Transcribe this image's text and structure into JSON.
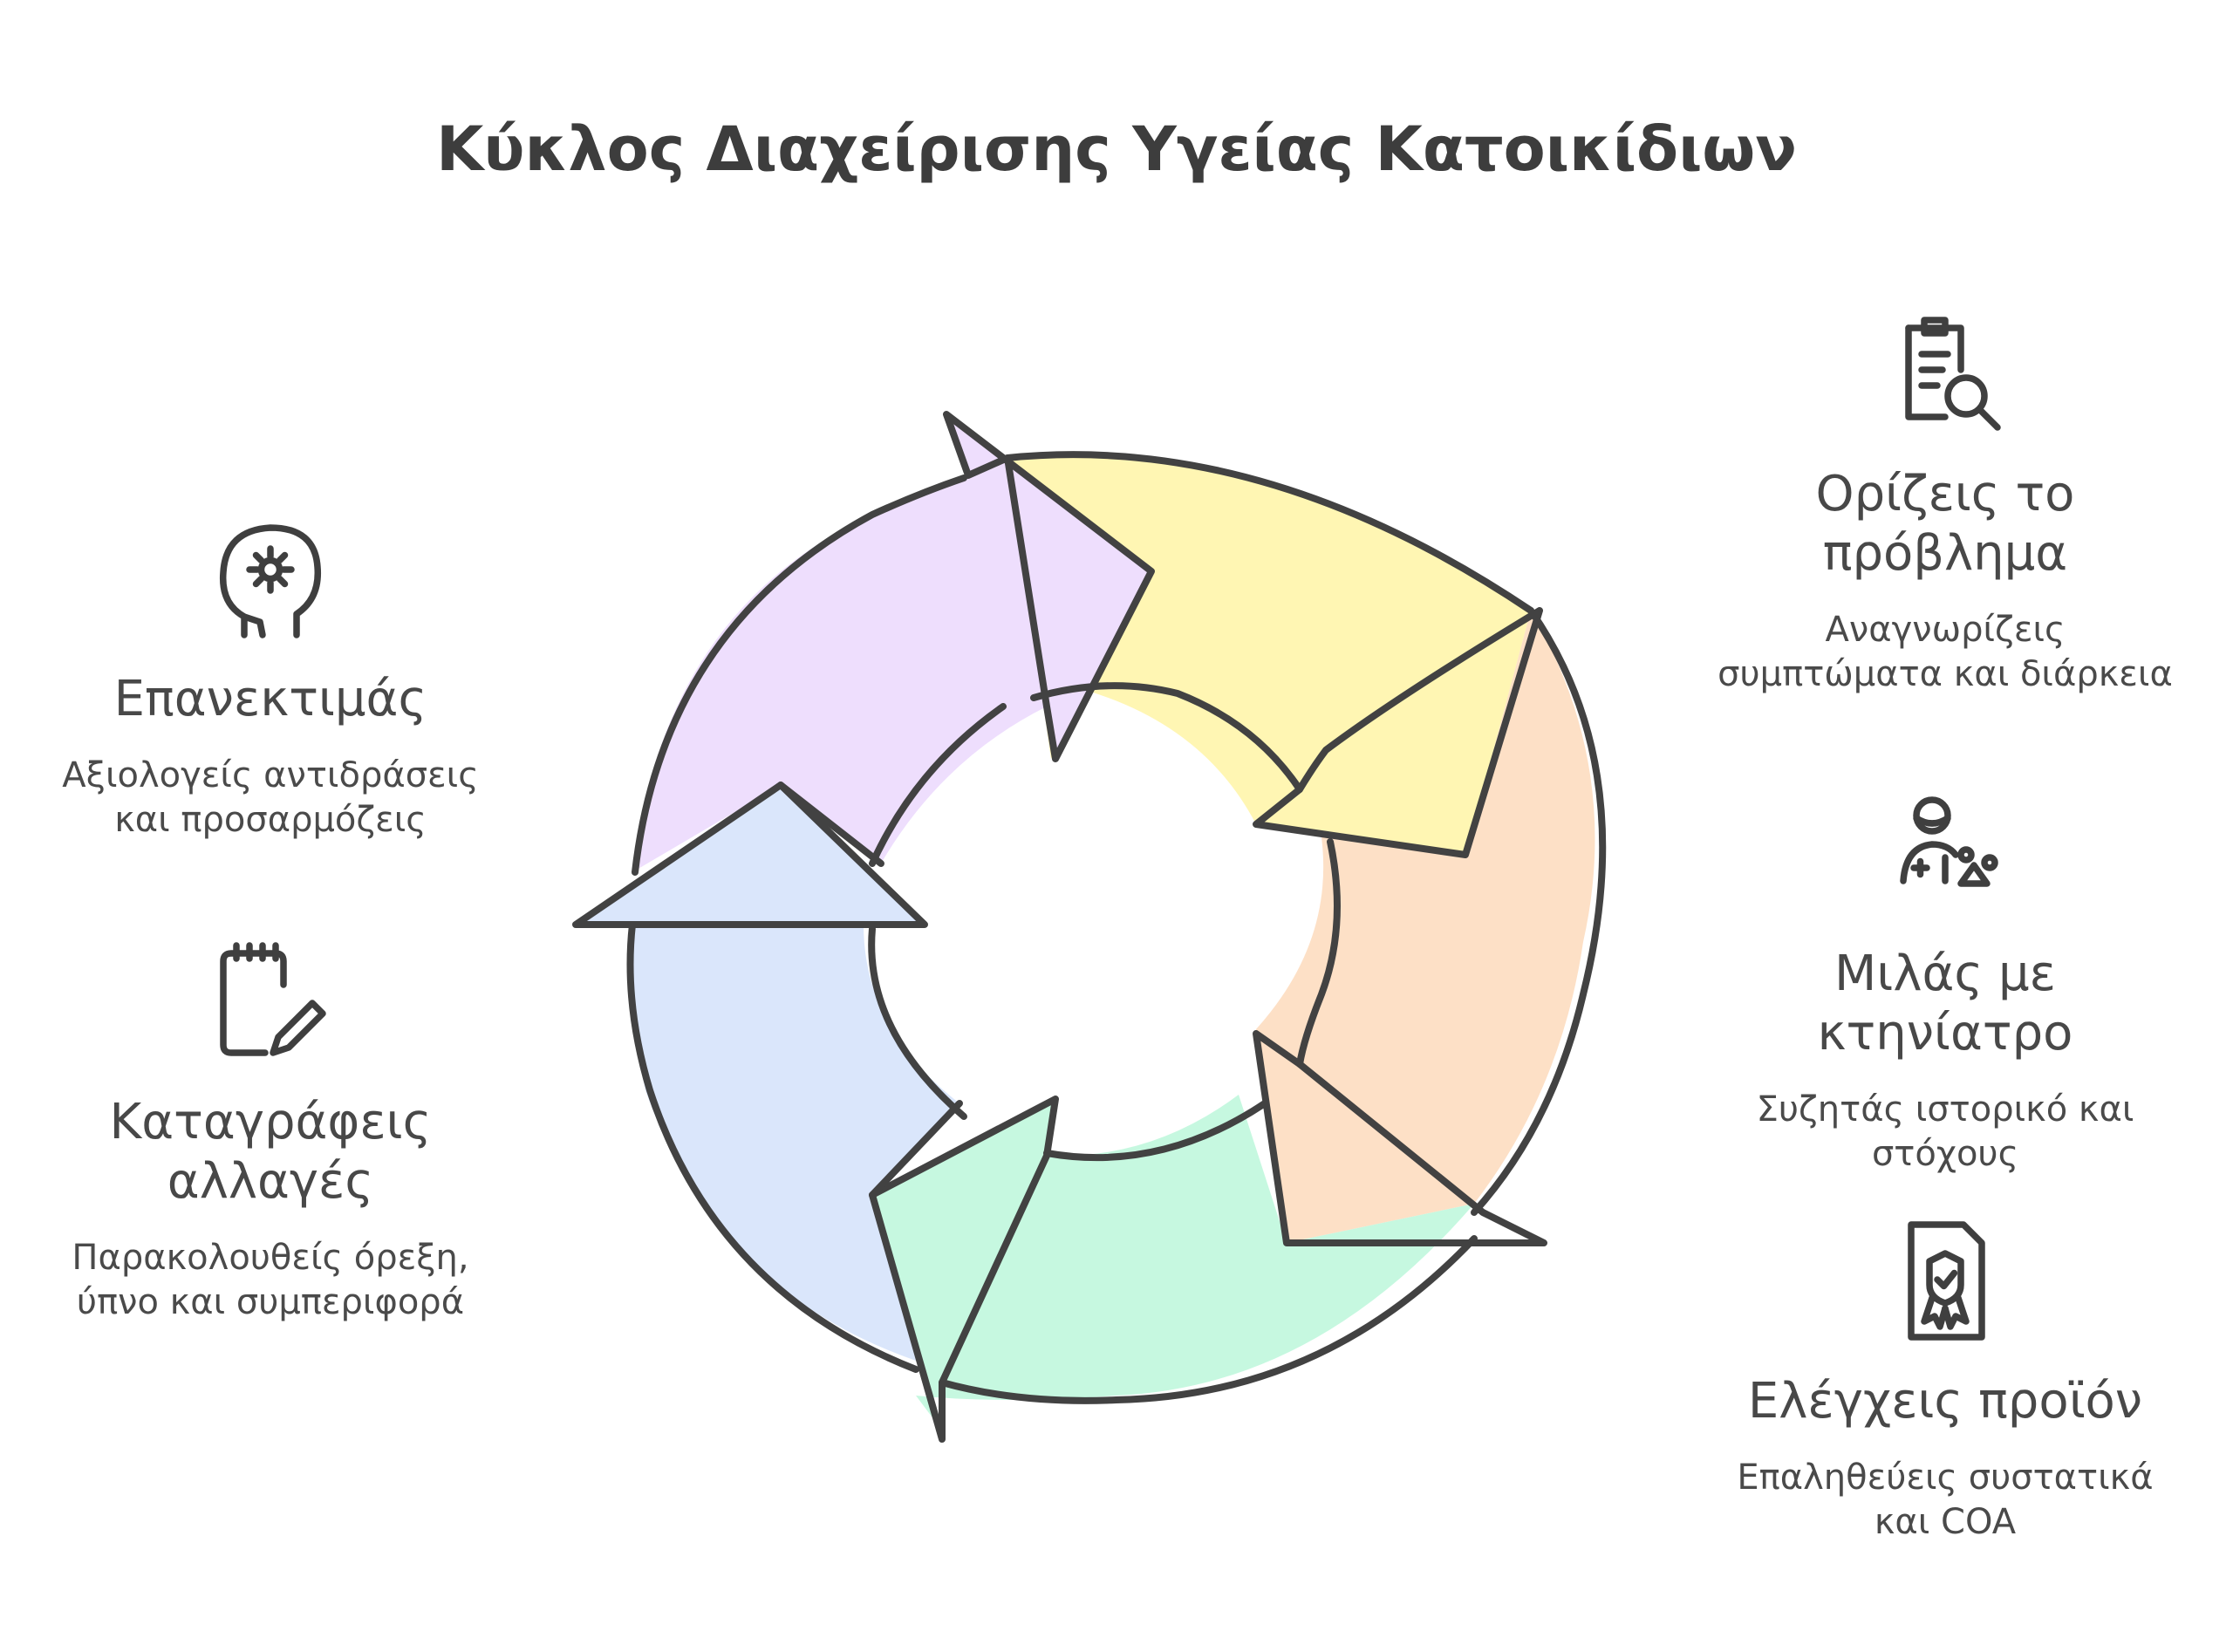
{
  "title": "Κύκλος Διαχείρισης Υγείας Κατοικίδιων",
  "colors": {
    "outline": "#424242",
    "yellow": "#fff6b3",
    "peach": "#fde0c6",
    "green": "#c6f8e0",
    "blue": "#dae6fb",
    "purple": "#eedefd"
  },
  "steps": [
    {
      "id": "define",
      "icon": "clipboard-search-icon",
      "title": "Ορίζεις το πρόβλημα",
      "title_lines": [
        "Ορίζεις το",
        "πρόβλημα"
      ],
      "desc_lines": [
        "Αναγνωρίζεις",
        "συμπτώματα και διάρκεια"
      ],
      "color": "#fff6b3"
    },
    {
      "id": "vet",
      "icon": "vet-people-icon",
      "title": "Μιλάς με κτηνίατρο",
      "title_lines": [
        "Μιλάς με κτηνίατρο"
      ],
      "desc_lines": [
        "Συζητάς ιστορικό και",
        "στόχους"
      ],
      "color": "#fde0c6"
    },
    {
      "id": "product",
      "icon": "certificate-badge-icon",
      "title": "Ελέγχεις προϊόν",
      "title_lines": [
        "Ελέγχεις προϊόν"
      ],
      "desc_lines": [
        "Επαληθεύεις συστατικά",
        "και COA"
      ],
      "color": "#c6f8e0"
    },
    {
      "id": "record",
      "icon": "notepad-pencil-icon",
      "title": "Καταγράφεις αλλαγές",
      "title_lines": [
        "Καταγράφεις",
        "αλλαγές"
      ],
      "desc_lines": [
        "Παρακολουθείς όρεξη,",
        "ύπνο και συμπεριφορά"
      ],
      "color": "#dae6fb"
    },
    {
      "id": "reassess",
      "icon": "head-gear-icon",
      "title": "Επανεκτιμάς",
      "title_lines": [
        "Επανεκτιμάς"
      ],
      "desc_lines": [
        "Αξιολογείς αντιδράσεις",
        "και προσαρμόζεις"
      ],
      "color": "#eedefd"
    }
  ]
}
